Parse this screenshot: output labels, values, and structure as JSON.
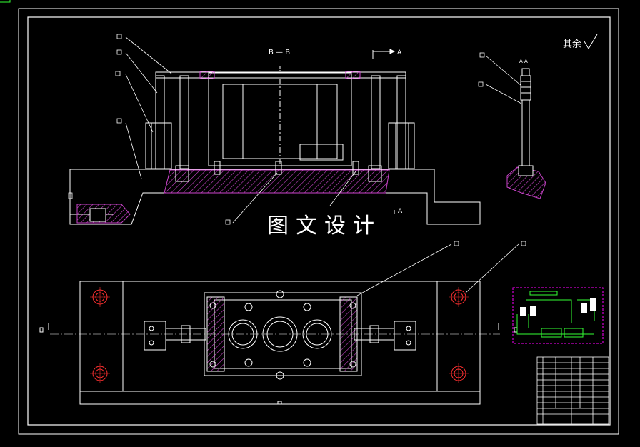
{
  "view_labels": {
    "section_title": "B — B",
    "section_arrow_top": "A",
    "section_arrow_bottom": "A",
    "detail_title": "A-A",
    "roughness_note": "其余"
  },
  "watermark": "图文设计",
  "colors": {
    "background": "#000000",
    "line": "#ffffff",
    "hatch": "#cc44cc",
    "circle": "#ff3030",
    "schematic": "#33ff33",
    "schematic_border": "#ff00ff"
  },
  "balloon_count": 9,
  "title_block": {
    "rows": 10,
    "cols": 5
  }
}
